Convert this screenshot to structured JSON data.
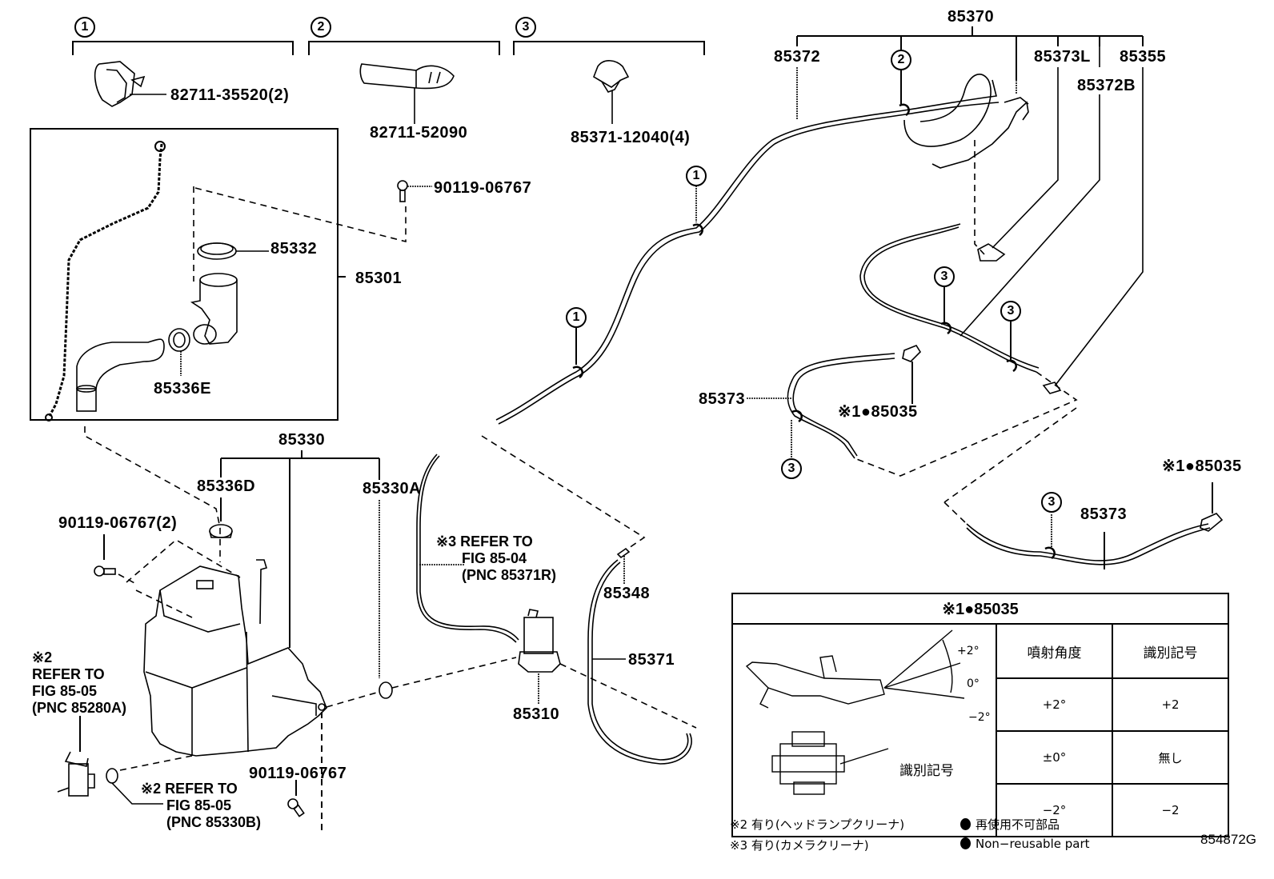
{
  "figure_id": "854872G",
  "group_markers": [
    {
      "id": "1",
      "part": "82711-35520(2)"
    },
    {
      "id": "2",
      "part": "82711-52090"
    },
    {
      "id": "3",
      "part": "85371-12040(4)"
    }
  ],
  "parts": {
    "screw_top": "90119-06767",
    "cap": "85332",
    "inlet_assy": "85301",
    "seal_e": "85336E",
    "tank_assy": "85330",
    "grommet_d": "85336D",
    "bolt_2": "90119-06767(2)",
    "tank_sub_a": "85330A",
    "bolt_bottom": "90119-06767",
    "pump": "85310",
    "joint": "85348",
    "hose": "85371",
    "hose_assy": "85370",
    "hose_a": "85372",
    "nozzle_l": "85373L",
    "hose_b": "85372B",
    "clip_s": "85355",
    "hose_left": "85373",
    "nozzle_left": "※1●85035",
    "hose_right": "85373",
    "nozzle_right": "※1●85035"
  },
  "circle_markers": [
    "1",
    "1",
    "2",
    "3",
    "3",
    "3",
    "3"
  ],
  "notes": {
    "refer_headlamp_pump": [
      "※2",
      "REFER TO",
      "FIG 85-05",
      "(PNC 85280A)"
    ],
    "refer_headlamp_grommet": [
      "※2 REFER TO",
      "FIG 85-05",
      "(PNC 85330B)"
    ],
    "refer_camera": [
      "※3 REFER TO",
      "FIG 85-04",
      "(PNC 85371R)"
    ]
  },
  "spec_table": {
    "title": "※1●85035",
    "angle_labels": [
      "+2°",
      "0°",
      "−2°"
    ],
    "id_mark_callout": "識別記号",
    "headers": [
      "噴射角度",
      "識別記号"
    ],
    "rows": [
      {
        "angle": "+2°",
        "mark": "+2"
      },
      {
        "angle": "±0°",
        "mark": "無し"
      },
      {
        "angle": "−2°",
        "mark": "−2"
      }
    ]
  },
  "footnotes": {
    "note2": "※2 有り(ヘッドランプクリーナ)",
    "note3": "※3 有り(カメラクリーナ)",
    "nonreusable_jp": "再使用不可部品",
    "nonreusable_en": "Non−reusable part"
  }
}
